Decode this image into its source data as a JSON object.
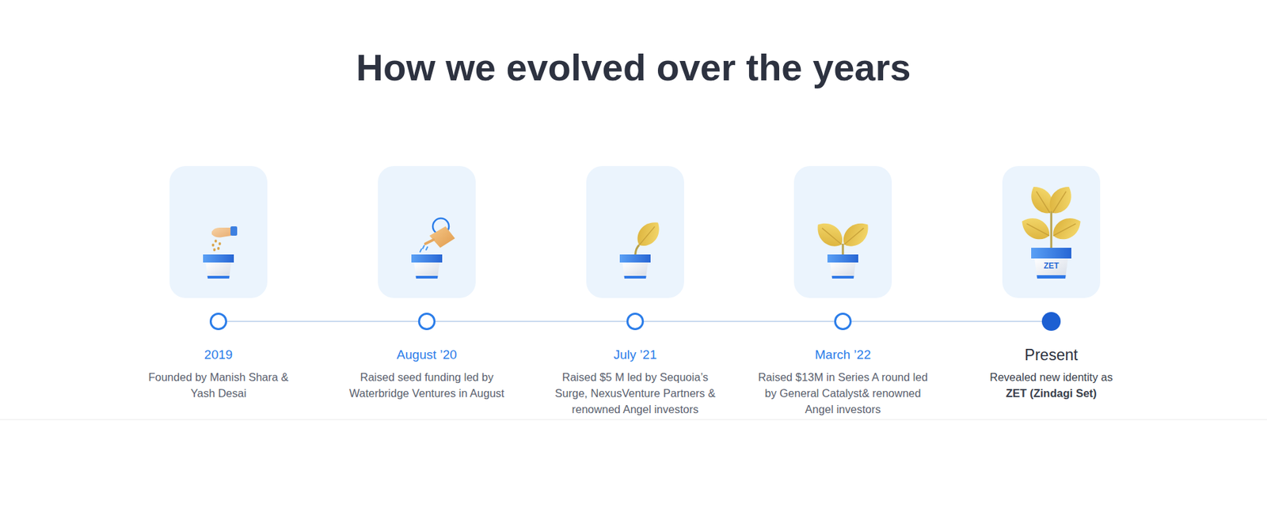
{
  "diagram": {
    "title": "How we evolved over the years",
    "nodes": [
      {
        "text": [
          "2019",
          "Founded by Manish Shara & Yash Desai"
        ]
      },
      {
        "text": [
          "August ’20",
          "Raised seed funding led by Waterbridge Ventures in August"
        ]
      },
      {
        "text": [
          "July ’21",
          "Raised $5 M led by Sequoia’s Surge, NexusVenture Partners & renowned Angel investors"
        ]
      },
      {
        "text": [
          "March ’22",
          "Raised $13M in Series A round led by General Catalyst& renowned Angel investors"
        ]
      },
      {
        "text": [
          "Present",
          "Revealed new identity as",
          "ZET (Zindagi Set)"
        ]
      }
    ],
    "edges": [
      {
        "from": 0,
        "to": 1,
        "arrow": "none"
      },
      {
        "from": 1,
        "to": 2,
        "arrow": "none"
      },
      {
        "from": 2,
        "to": 3,
        "arrow": "none"
      },
      {
        "from": 3,
        "to": 4,
        "arrow": "none"
      }
    ],
    "labels": [
      "ZET"
    ]
  }
}
